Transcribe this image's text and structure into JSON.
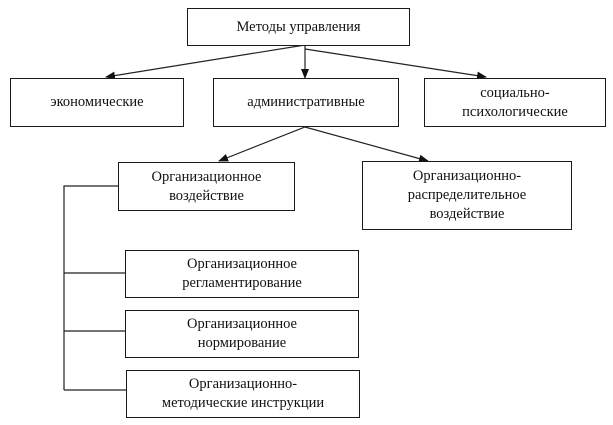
{
  "root": {
    "label": "Методы управления"
  },
  "level1": [
    {
      "label": "экономические"
    },
    {
      "label": "административные"
    },
    {
      "label": "социально-\nпсихологические"
    }
  ],
  "level2": [
    {
      "label": "Организационное\nвоздействие"
    },
    {
      "label": "Организационно-\nраспределительное\nвоздействие"
    }
  ],
  "level3": [
    {
      "label": "Организационное\nрегламентирование"
    },
    {
      "label": "Организационное\nнормирование"
    },
    {
      "label": "Организационно-\nметодические инструкции"
    }
  ]
}
